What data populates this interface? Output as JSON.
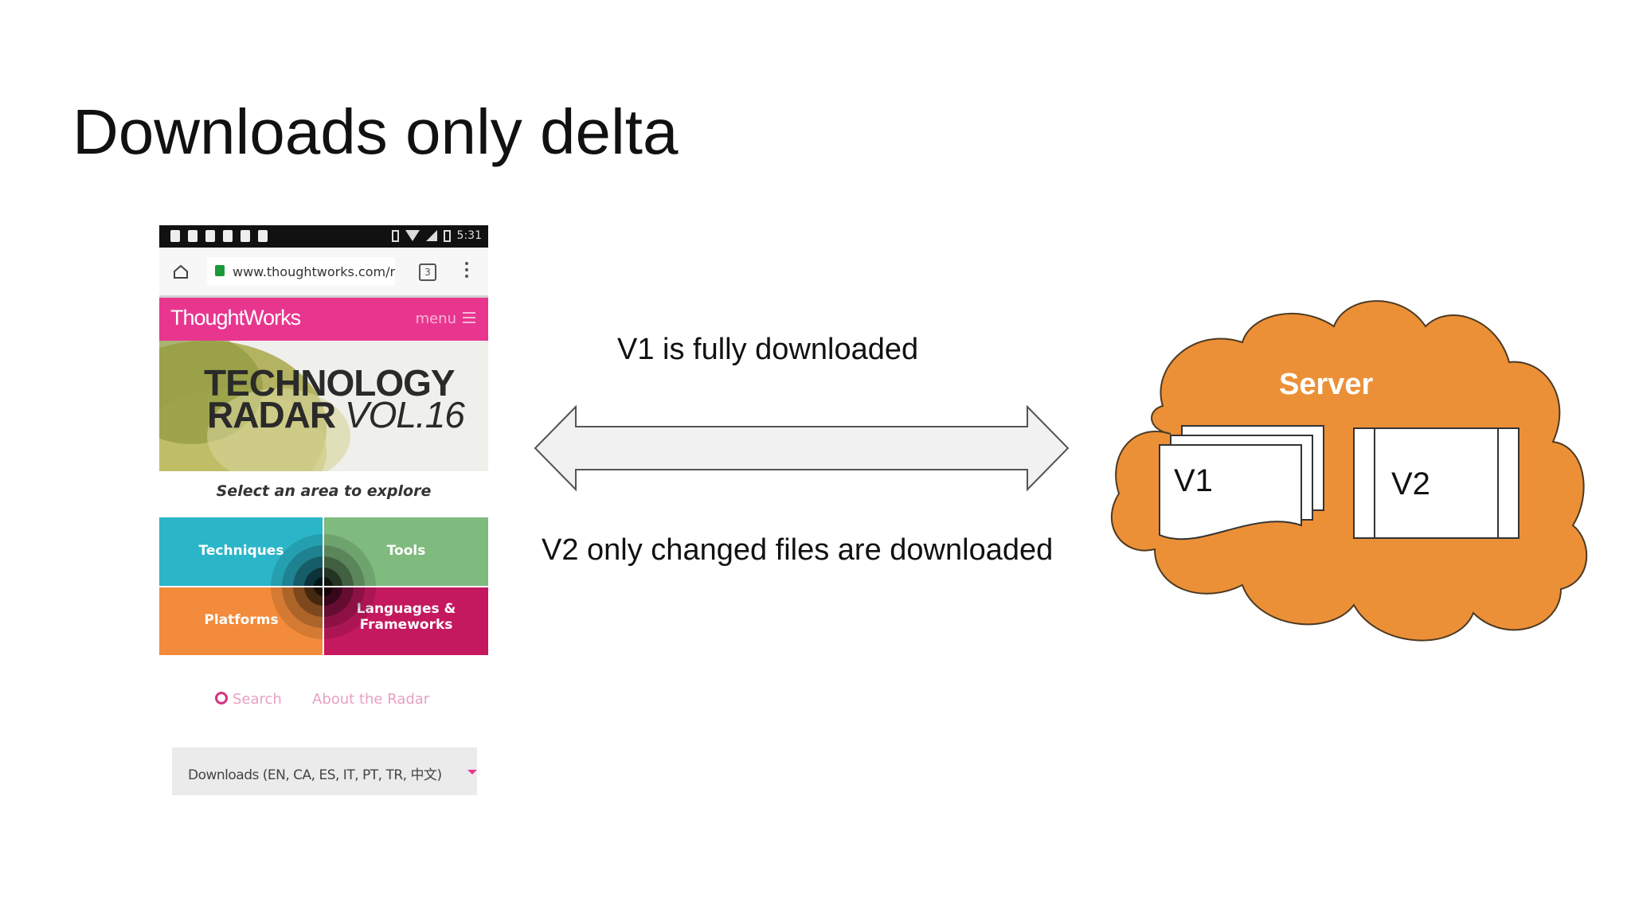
{
  "slide": {
    "title": "Downloads only delta"
  },
  "phone": {
    "status_time": "5:31",
    "url": "www.thoughtworks.com/r",
    "tab_count": "3",
    "brand_logo": "ThoughtWorks",
    "menu_label": "menu",
    "hero_line1": "TECHNOLOGY",
    "hero_line2_bold": "RADAR",
    "hero_line2_vol": "VOL.16",
    "explore_text": "Select an area to explore",
    "quadrants": {
      "techniques": "Techniques",
      "tools": "Tools",
      "platforms": "Platforms",
      "languages_line1": "Languages &",
      "languages_line2": "Frameworks"
    },
    "search_link": "Search",
    "about_link": "About the Radar",
    "downloads_label": "Downloads (EN, CA, ES, IT, PT, TR, 中文)"
  },
  "diagram": {
    "caption_top": "V1 is fully downloaded",
    "caption_bottom": "V2 only changed files are downloaded",
    "server_label": "Server",
    "v1_label": "V1",
    "v2_label": "V2"
  },
  "colors": {
    "cloud_fill": "#ec9037",
    "cloud_stroke": "#4d3a22",
    "arrow_fill": "#f1f1f1",
    "arrow_stroke": "#555555",
    "thoughtworks_pink": "#e8368f"
  }
}
